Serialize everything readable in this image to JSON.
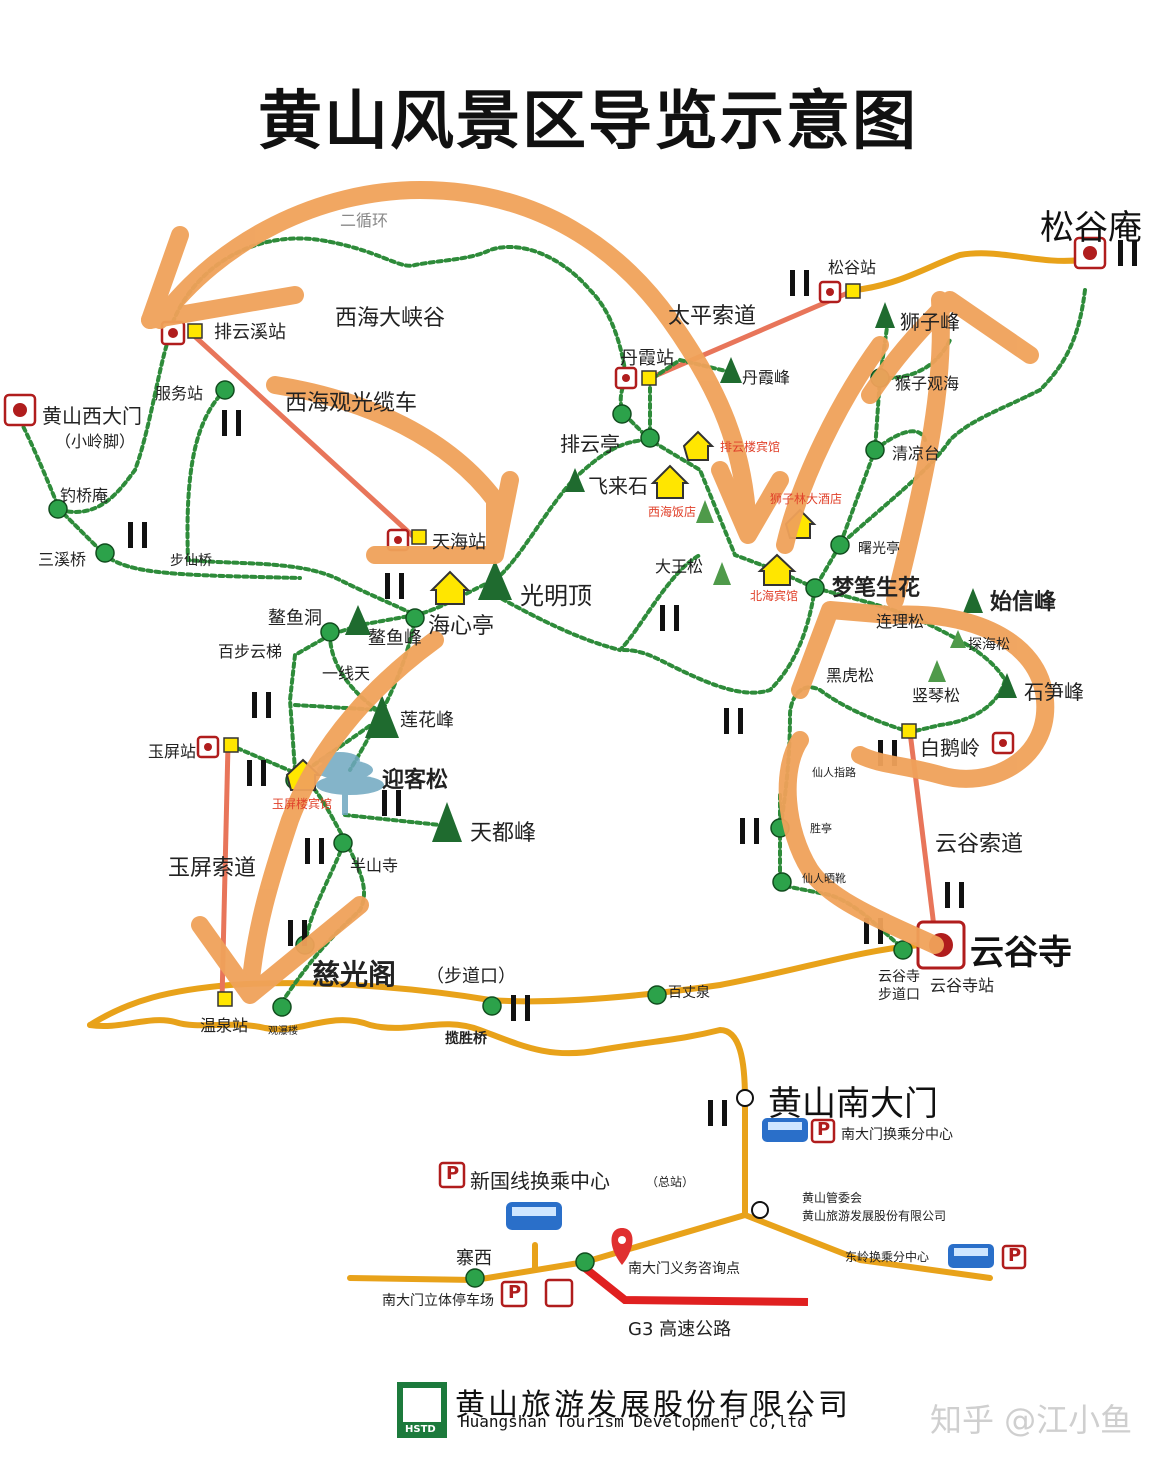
{
  "title": "黄山风景区导览示意图",
  "labels": {
    "erxunhuan": "二循环",
    "xihai_canyon": "西海大峡谷",
    "paiyunxi": "排云溪站",
    "fuwuzhan": "服务站",
    "xihai_cable": "西海观光缆车",
    "west_gate": "黄山西大门",
    "west_gate_sub": "（小岭脚）",
    "diaoqiaoan": "钓桥庵",
    "sanxiqiao": "三溪桥",
    "buxianqiao": "步仙桥",
    "tianhai": "天海站",
    "guangmingding": "光明顶",
    "aoyudong": "鳌鱼洞",
    "aoyufeng": "鳌鱼峰",
    "haixinting": "海心亭",
    "baibuyunti": "百步云梯",
    "yixiantian": "一线天",
    "lianhuafeng": "莲花峰",
    "yuping_station": "玉屏站",
    "yingkesong": "迎客松",
    "yuping_hotel": "玉屏楼宾馆",
    "tiandufeng": "天都峰",
    "yuping_cableway": "玉屏索道",
    "banshansi": "半山寺",
    "ciguangge": "慈光阁",
    "step_entrance": "（步道口）",
    "wenquan": "温泉站",
    "guanpulou": "观瀑楼",
    "lanshengqiao": "揽胜桥",
    "baizhangquan": "百丈泉",
    "taiping_cableway": "太平索道",
    "songgu_station": "松谷站",
    "songguan": "松谷庵",
    "danxia_station": "丹霞站",
    "danxiafeng": "丹霞峰",
    "paiyunting": "排云亭",
    "paiyunlou": "排云楼宾馆",
    "feilaishi": "飞来石",
    "xihai_hotel": "西海饭店",
    "shifeng": "狮子峰",
    "shizilin": "狮子林大酒店",
    "houzi": "猴子观海",
    "qingliangtai": "清凉台",
    "shuguangting": "曙光亭",
    "dawangsong": "大王松",
    "beihai_hotel": "北海宾馆",
    "mengbishenghua": "梦笔生花",
    "shixinfeng": "始信峰",
    "lianlisong": "连理松",
    "tanhaisong": "探海松",
    "heihusong": "黑虎松",
    "shuqinsong": "竖琴松",
    "shisunfeng": "石笋峰",
    "baieling": "白鹅岭",
    "xianrenzhilu": "仙人指路",
    "xianrenting": "胜亭",
    "xianrenshai": "仙人晒靴",
    "yungu_cableway": "云谷索道",
    "yungusi": "云谷寺",
    "yungusi_entry1": "云谷寺",
    "yungusi_entry2": "步道口",
    "yungusi_station": "云谷寺站",
    "south_gate": "黄山南大门",
    "south_transfer": "南大门换乘分中心",
    "new_transfer": "新国线换乘中心",
    "new_transfer_sub": "（总站）",
    "guanweihui": "黄山管委会",
    "company_line": "黄山旅游发展股份有限公司",
    "zhaixi": "寨西",
    "consult": "南大门义务咨询点",
    "dongling": "东岭换乘分中心",
    "parking": "南大门立体停车场",
    "g3": "G3 高速公路",
    "p": "P"
  },
  "footer": {
    "company_cn": "黄山旅游发展股份有限公司",
    "company_en": "Huangshan Tourism Development Co,ltd",
    "logo": "HSTD",
    "watermark": "知乎 @江小鱼"
  },
  "colors": {
    "trail": "#2e8b3a",
    "road": "#e8a21a",
    "cable": "#e8755a",
    "arrow": "#f0a25a",
    "peak": "#1f6b2f",
    "highway": "#e02020"
  }
}
